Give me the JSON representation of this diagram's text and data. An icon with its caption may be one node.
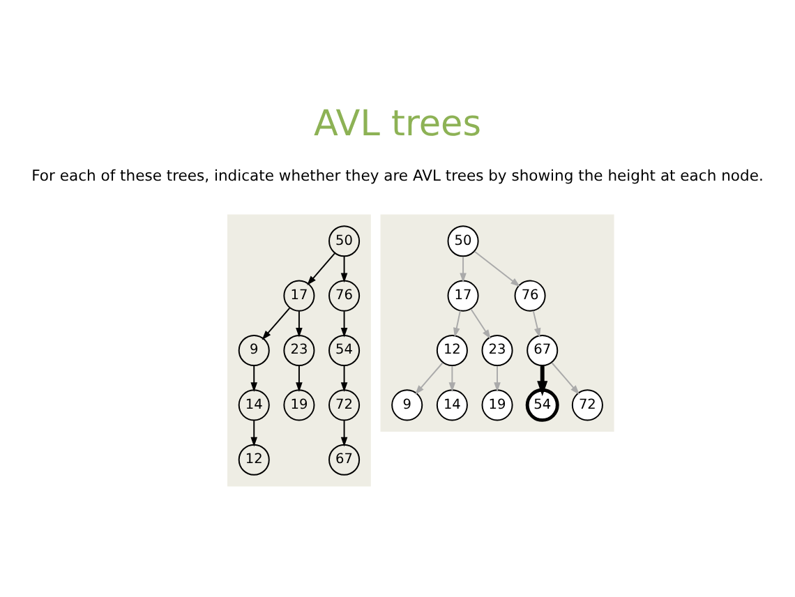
{
  "diagram": {
    "title": "AVL trees",
    "nodes": [
      {
        "text": [],
        "shape": "box"
      },
      {
        "text": [
          "50"
        ],
        "in": 0
      },
      {
        "text": [
          "17"
        ],
        "in": 0
      },
      {
        "text": [
          "76"
        ],
        "in": 0
      },
      {
        "text": [
          "9"
        ],
        "in": 0
      },
      {
        "text": [
          "23"
        ],
        "in": 0
      },
      {
        "text": [
          "54"
        ],
        "in": 0
      },
      {
        "text": [
          "14"
        ],
        "in": 0
      },
      {
        "text": [
          "19"
        ],
        "in": 0
      },
      {
        "text": [
          "72"
        ],
        "in": 0
      },
      {
        "text": [
          "12"
        ],
        "in": 0
      },
      {
        "text": [
          "67"
        ],
        "in": 0
      },
      {
        "text": [],
        "shape": "box"
      },
      {
        "text": [
          "50"
        ],
        "in": 12
      },
      {
        "text": [
          "17"
        ],
        "in": 12
      },
      {
        "text": [
          "76"
        ],
        "in": 12
      },
      {
        "text": [
          "12"
        ],
        "in": 12
      },
      {
        "text": [
          "23"
        ],
        "in": 12
      },
      {
        "text": [
          "67"
        ],
        "in": 12
      },
      {
        "text": [
          "9"
        ],
        "in": 12
      },
      {
        "text": [
          "14"
        ],
        "in": 12
      },
      {
        "text": [
          "19"
        ],
        "in": 12
      },
      {
        "text": [
          "54"
        ],
        "in": 12
      },
      {
        "text": [
          "72"
        ],
        "in": 12
      }
    ],
    "edges": [
      {
        "from": 1,
        "to": 2,
        "arrow": "to"
      },
      {
        "from": 1,
        "to": 3,
        "arrow": "to"
      },
      {
        "from": 2,
        "to": 4,
        "arrow": "to"
      },
      {
        "from": 2,
        "to": 5,
        "arrow": "to"
      },
      {
        "from": 3,
        "to": 6,
        "arrow": "to"
      },
      {
        "from": 4,
        "to": 7,
        "arrow": "to"
      },
      {
        "from": 5,
        "to": 8,
        "arrow": "to"
      },
      {
        "from": 6,
        "to": 9,
        "arrow": "to"
      },
      {
        "from": 7,
        "to": 10,
        "arrow": "to"
      },
      {
        "from": 9,
        "to": 11,
        "arrow": "to"
      },
      {
        "from": 13,
        "to": 14,
        "arrow": "to",
        "color": "#aaaaaa"
      },
      {
        "from": 13,
        "to": 15,
        "arrow": "to",
        "color": "#aaaaaa"
      },
      {
        "from": 14,
        "to": 16,
        "arrow": "to",
        "color": "#aaaaaa"
      },
      {
        "from": 14,
        "to": 17,
        "arrow": "to",
        "color": "#aaaaaa"
      },
      {
        "from": 15,
        "to": 18,
        "arrow": "to",
        "color": "#aaaaaa"
      },
      {
        "from": 16,
        "to": 19,
        "arrow": "to",
        "color": "#aaaaaa"
      },
      {
        "from": 16,
        "to": 20,
        "arrow": "to",
        "color": "#aaaaaa"
      },
      {
        "from": 17,
        "to": 21,
        "arrow": "to",
        "color": "#aaaaaa"
      },
      {
        "from": 18,
        "to": 22,
        "arrow": "to",
        "style": "thick"
      },
      {
        "from": 18,
        "to": 23,
        "arrow": "to",
        "color": "#aaaaaa"
      }
    ],
    "labels": [
      "For each of these trees, indicate whether they are AVL trees by showing the height at each node."
    ]
  }
}
